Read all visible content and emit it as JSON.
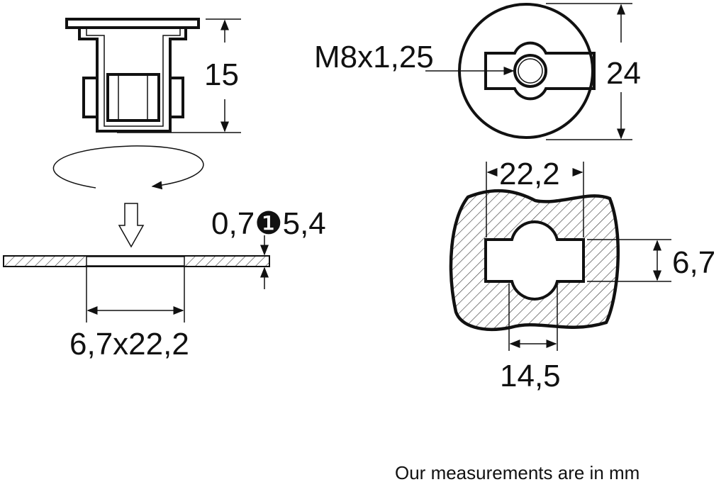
{
  "labels": {
    "height": "15",
    "thread": "M8x1,25",
    "diameter": "24",
    "thickness": "0,7❶5,4",
    "hole_size": "6,7x22,2",
    "slot_width": "22,2",
    "slot_height": "6,7",
    "center_width": "14,5"
  },
  "footer": "Our measurements are in mm"
}
